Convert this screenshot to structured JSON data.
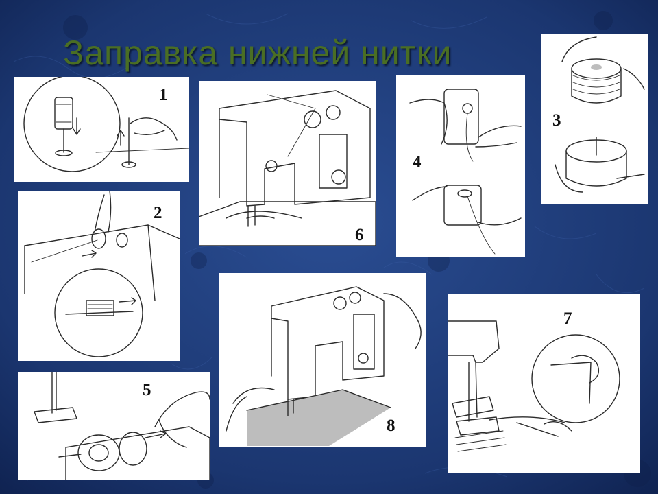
{
  "slide": {
    "title": "Заправка нижней нитки",
    "colors": {
      "background": "#1d3a78",
      "title": "#4a6e24",
      "panel": "#ffffff"
    },
    "panels": [
      {
        "id": "p1",
        "number": "1",
        "icon": "spool-pin-illustration"
      },
      {
        "id": "p2",
        "number": "2",
        "icon": "bobbin-winder-illustration"
      },
      {
        "id": "p3",
        "number": "3",
        "icon": "bobbin-case-insert-illustration"
      },
      {
        "id": "p4",
        "number": "4",
        "icon": "bobbin-case-thread-illustration"
      },
      {
        "id": "p5",
        "number": "5",
        "icon": "shuttle-insert-illustration"
      },
      {
        "id": "p6",
        "number": "6",
        "icon": "sewing-machine-illustration"
      },
      {
        "id": "p7",
        "number": "7",
        "icon": "needle-threading-illustration"
      },
      {
        "id": "p8",
        "number": "8",
        "icon": "pull-bobbin-thread-illustration"
      }
    ]
  }
}
